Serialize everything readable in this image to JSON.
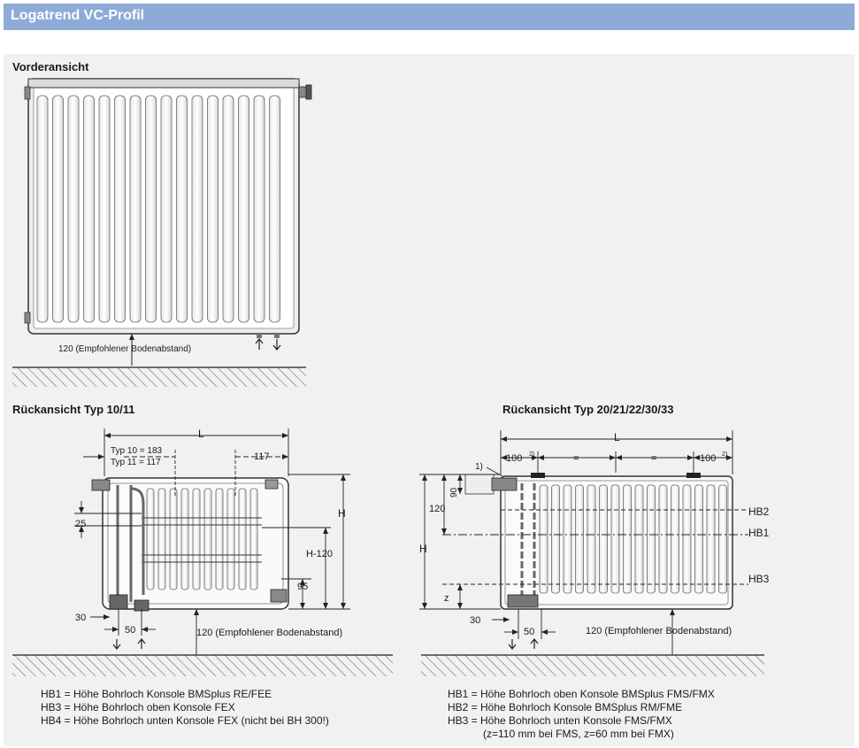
{
  "header": {
    "title": "Logatrend VC-Profil"
  },
  "front": {
    "heading": "Vorderansicht",
    "floor_label": "120 (Empfohlener Bodenabstand)"
  },
  "rear_left": {
    "heading": "Rückansicht Typ 10/11",
    "dim_L": "L",
    "typ10": "Typ 10 = 183",
    "typ11": "Typ 11 = 117",
    "dim_117": "117",
    "dim_25": "25",
    "dim_H": "H",
    "dim_H120": "H-120",
    "dim_95": "95",
    "dim_30": "30",
    "dim_50": "50",
    "floor_label": "120 (Empfohlener Bodenabstand)",
    "legend": [
      "HB1 = Höhe Bohrloch Konsole BMSplus RE/FEE",
      "HB3 = Höhe Bohrloch oben Konsole FEX",
      "HB4 = Höhe Bohrloch unten Konsole FEX (nicht bei BH 300!)"
    ]
  },
  "rear_right": {
    "heading": "Rückansicht Typ 20/21/22/30/33",
    "dim_L": "L",
    "note_1": "1)",
    "dim_100_left": "100",
    "dim_100_right": "100",
    "sup_2": "2)",
    "eq_1": "=",
    "eq_2": "=",
    "dim_90": "90",
    "dim_120": "120",
    "dim_H": "H",
    "dim_z": "z",
    "label_HB2": "HB2",
    "label_HB1": "HB1",
    "label_HB3": "HB3",
    "dim_30": "30",
    "dim_50": "50",
    "floor_label": "120 (Empfohlener Bodenabstand)",
    "legend": [
      "HB1 = Höhe Bohrloch oben Konsole BMSplus FMS/FMX",
      "HB2 = Höhe Bohrloch Konsole BMSplus RM/FME",
      "HB3 = Höhe Bohrloch unten Konsole FMS/FMX",
      "(z=110 mm bei FMS, z=60 mm bei FMX)"
    ]
  },
  "colors": {
    "header": "#8eaad6",
    "panel": "#f1f1f1",
    "line": "#222222"
  }
}
